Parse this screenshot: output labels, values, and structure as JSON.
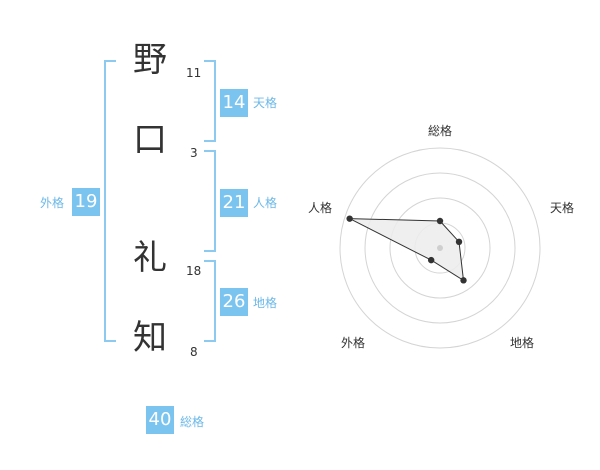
{
  "name": {
    "chars": [
      {
        "char": "野",
        "strokes": "11"
      },
      {
        "char": "口",
        "strokes": "3"
      },
      {
        "char": "礼",
        "strokes": "18"
      },
      {
        "char": "知",
        "strokes": "8"
      }
    ]
  },
  "kakusu": {
    "tenkaku": {
      "value": "14",
      "label": "天格"
    },
    "jinkaku": {
      "value": "21",
      "label": "人格"
    },
    "chikaku": {
      "value": "26",
      "label": "地格"
    },
    "gaikaku": {
      "value": "19",
      "label": "外格"
    },
    "soukaku": {
      "value": "40",
      "label": "総格"
    }
  },
  "colors": {
    "accent": "#7cc4f0",
    "bracket": "#8ccaf0",
    "polygon_fill": "#e8e8e8"
  },
  "chart_data": {
    "type": "radar",
    "axes": [
      "総格",
      "天格",
      "地格",
      "外格",
      "人格"
    ],
    "values": [
      0.27,
      0.2,
      0.4,
      0.15,
      0.95
    ],
    "range": [
      0,
      1
    ],
    "rings": 4
  }
}
